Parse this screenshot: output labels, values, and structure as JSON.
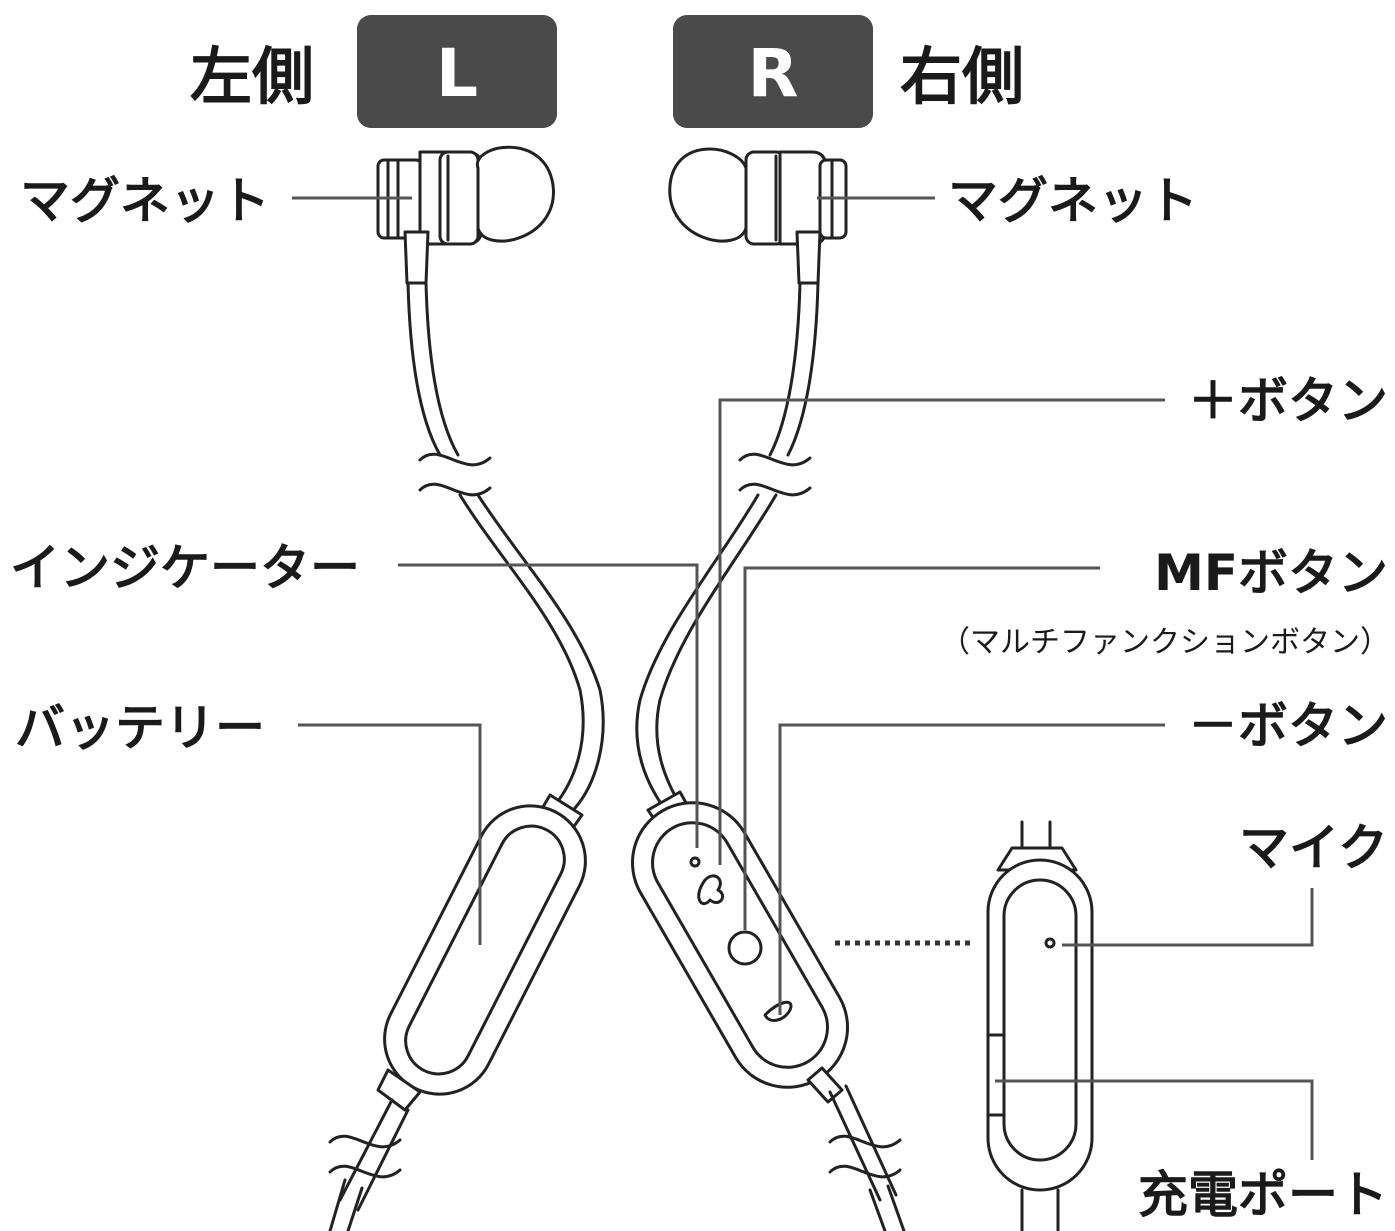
{
  "sides": {
    "left": {
      "label": "左側",
      "badge": "L"
    },
    "right": {
      "label": "右側",
      "badge": "R"
    }
  },
  "callouts": {
    "magnet_left": "マグネット",
    "magnet_right": "マグネット",
    "plus_button": "＋ボタン",
    "indicator": "インジケーター",
    "mf_button": "MFボタン",
    "mf_button_note": "（マルチファンクションボタン）",
    "battery": "バッテリー",
    "minus_button": "－ボタン",
    "mic": "マイク",
    "charge_port": "充電ポート"
  },
  "colors": {
    "badge_fill": "#4a4a4a",
    "badge_text": "#ffffff",
    "line": "#222222",
    "leader": "#555555"
  }
}
